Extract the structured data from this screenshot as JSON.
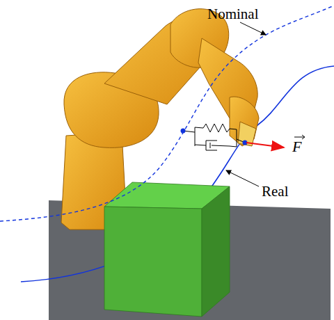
{
  "diagram": {
    "labels": [
      "Nominal",
      "Real",
      "F"
    ]
  }
}
